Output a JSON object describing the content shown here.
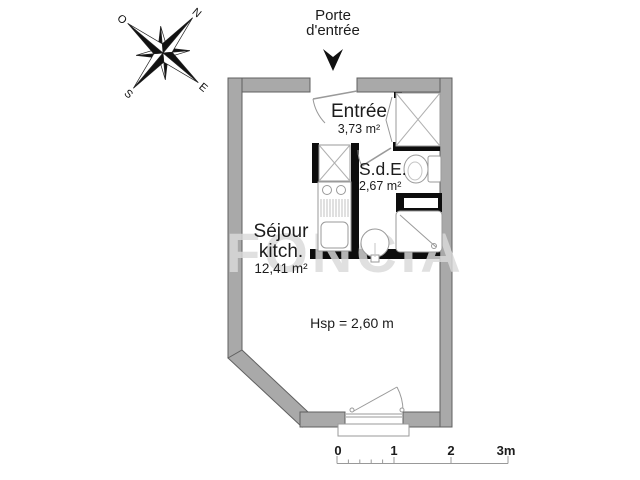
{
  "compass": {
    "n": "N",
    "e": "E",
    "s": "S",
    "o": "O"
  },
  "entrance": {
    "label_line1": "Porte",
    "label_line2": "d'entrée"
  },
  "rooms": {
    "entree": {
      "name": "Entrée",
      "area": "3,73 m²"
    },
    "sde": {
      "name": "S.d.E.",
      "area": "2,67 m²"
    },
    "sejour": {
      "name_line1": "Séjour",
      "name_line2": "kitch.",
      "area": "12,41 m²"
    }
  },
  "ceiling": {
    "label": "Hsp = 2,60 m"
  },
  "watermark": {
    "text": "FONCIA"
  },
  "scale": {
    "t0": "0",
    "t1": "1",
    "t2": "2",
    "t3": "3m"
  },
  "colors": {
    "wall_gray": "#a9a9a9",
    "wall_outline": "#606060",
    "interior_wall_black": "#0d0d0d",
    "fixture_stroke": "#9a9a9a",
    "watermark_gray": "#d9d9d9",
    "text": "#1c1c1c"
  }
}
